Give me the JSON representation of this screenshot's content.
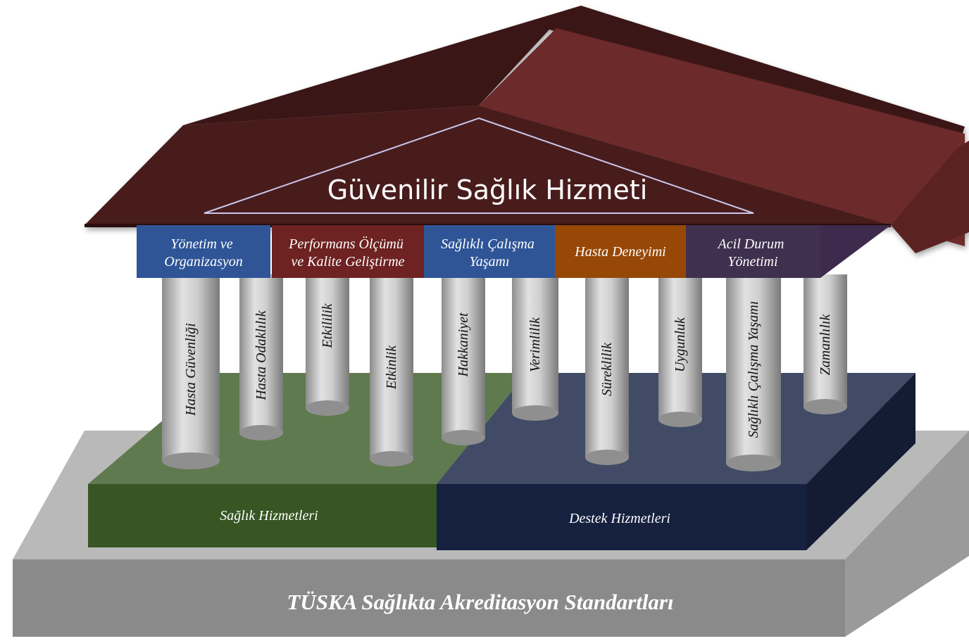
{
  "roof": {
    "title": "Güvenilir Sağlık Hizmeti"
  },
  "headers": [
    {
      "lines": [
        "Yönetim ve",
        "Organizasyon"
      ],
      "color": "#2f5597"
    },
    {
      "lines": [
        "Performans Ölçümü",
        "ve Kalite Geliştirme"
      ],
      "color": "#6e2222"
    },
    {
      "lines": [
        "Sağlıklı Çalışma",
        "Yaşamı"
      ],
      "color": "#2f5597"
    },
    {
      "lines": [
        "Hasta Deneyimi"
      ],
      "color": "#974806"
    },
    {
      "lines": [
        "Acil Durum",
        "Yönetimi"
      ],
      "color": "#40304f"
    }
  ],
  "columns": [
    "Hasta Güvenliği",
    "Hasta Odaklılık",
    "Etkililik",
    "Etkinlik",
    "Hakkaniyet",
    "Verimlilik",
    "Süreklilik",
    "Uygunluk",
    "Sağlıklı Çalışma Yaşamı",
    "Zamanlılık"
  ],
  "platforms": {
    "left": {
      "label": "Sağlık Hizmetleri",
      "color": "#375623"
    },
    "right": {
      "label": "Destek Hizmetleri",
      "color": "#15213f"
    }
  },
  "base": {
    "label": "TÜSKA Sağlıkta Akreditasyon Standartları",
    "color": "#8a8a8a"
  }
}
